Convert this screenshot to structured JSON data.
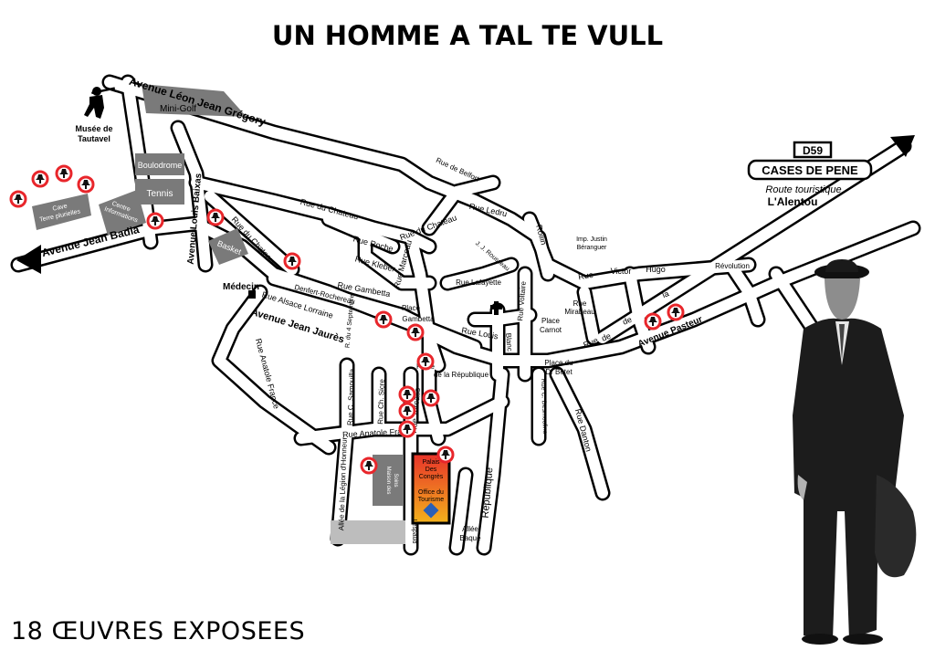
{
  "title": "UN HOMME A TAL TE VULL",
  "footer": "18 ŒUVRES EXPOSEES",
  "colors": {
    "road": "#000000",
    "building": "#7a7a7a",
    "marker": "#e8262b",
    "palais_top": "#e8322a",
    "palais_bottom": "#f3b21b"
  },
  "places": {
    "musee": [
      "Musée de",
      "Tautavel"
    ],
    "minigolf": "Mini-Golf",
    "boulodrome": "Boulodrome",
    "tennis": "Tennis",
    "cave": [
      "Cave",
      "Terre plurielles"
    ],
    "centre": [
      "Centre",
      "Informations"
    ],
    "basket": "Basket",
    "medecin": "Médecin",
    "palais": [
      "Palais",
      "Des",
      "Congrès"
    ],
    "office": [
      "Office du",
      "Tourisme"
    ],
    "maison": [
      "Maison des",
      "Soins"
    ],
    "place_gambetta": [
      "Place",
      "Gambetta"
    ],
    "place_republique": [
      "Place",
      "de la République"
    ],
    "place_carnot": [
      "Place",
      "Carnot"
    ],
    "place_betet": [
      "Place du",
      "Dr Betet"
    ],
    "impasse": [
      "Imp. Justin",
      "Béranguer"
    ],
    "allee_baque": [
      "Allée",
      "Baqué"
    ]
  },
  "streets": {
    "jean_badia": "Avenue Jean Badia",
    "leon_gregory": "Avenue Léon Jean Grégory",
    "louis_baixas": "Avenue Louis Baixas",
    "rue_chateau1": "Rue du Chateau",
    "rue_chateau2": "Rue du Chateau",
    "rue_chateau3": "Rue du Chateau",
    "rue_roche": "Rue Roche",
    "rue_kleber": "Rue Kleber",
    "rue_belfort": "Rue de Belfort",
    "rue_ledru": "Rue Ledru",
    "rue_rollin": "Rollin",
    "jj_rousseau": "J. J. Rousseau",
    "rue_lafayette": "Rue Lafayette",
    "rue_marceau": "Rue Marceau",
    "rue_gambetta": "Rue Gambetta",
    "denfert": "Denfert-Rochereau",
    "alsace_lorraine": "Rue Alsace Lorraine",
    "jean_jaures": "Avenue Jean Jaurès",
    "rue_4_sept": "R. du 4 Septembre",
    "rue_louis": "Rue Louis",
    "rue_blanc": "Blanc",
    "rue_voltaire": "Rue Voltaire",
    "anatole_france_v": "Rue Anatole France",
    "anatole_france_h": "Rue Anatole France",
    "samouilla": "Rue C. Samouilla",
    "ch_sicre": "Rue Ch. Sicre",
    "torcatis": "Rue Torcatis",
    "legion": "Allée de la Légion d'Honneur",
    "republique": "République",
    "espaud": "Lespaud",
    "desmoulins": "Rue C. Desmoulins",
    "danton": "Rue Danton",
    "victor_hugo": [
      "Rue",
      "Victor",
      "Hugo"
    ],
    "revolution": "Révolution",
    "de_la": [
      "de",
      "la"
    ],
    "rue_mirabeau": [
      "Rue",
      "Mirabeau"
    ],
    "avenue_pasteur": "Avenue Pasteur",
    "rue_de": [
      "Rue",
      "de"
    ]
  },
  "road_sign": {
    "code": "D59",
    "name": "CASES DE PENE",
    "sub": "Route touristique",
    "sub2": "L'Alentou"
  },
  "markers_count": 18
}
